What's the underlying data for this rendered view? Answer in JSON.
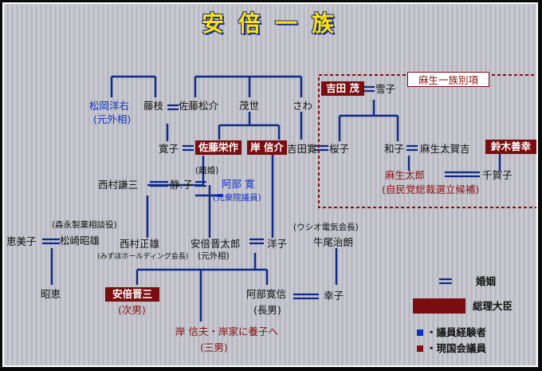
{
  "title": "安倍一族",
  "aso_section_label": "麻生一族別項",
  "people": {
    "matsuoka": "松岡洋右",
    "matsuoka_note": "(元外相)",
    "fujieda": "藤枝",
    "sato_matsusuke": "佐藤松介",
    "mose": "茂世",
    "sawa": "さわ",
    "hiroko": "寛子",
    "sato_eisaku": "佐藤栄作",
    "kishi": "岸 信介",
    "yoshida_kan": "吉田寛",
    "nishimura_kenzo": "西村謙三",
    "shizuko": "静.子",
    "rikon": "(離婚)",
    "abe_kan": "阿部 寛",
    "abe_kan_note": "(元衆院議員)",
    "emiko": "恵美子",
    "morinaga_note": "(森永製菓相談役)",
    "matsuzaki": "松崎昭雄",
    "nishimura_masao": "西村正雄",
    "mizuho_note": "(みずほホールディング会長)",
    "abe_shintaro": "安倍晋太郎",
    "abe_shintaro_note": "(元外相)",
    "yoko": "洋子",
    "ushio_note": "(ウシオ電気会長)",
    "ushio": "牛尾治朗",
    "akie": "昭恵",
    "abe_shinzo": "安倍晋三",
    "shinzo_note": "(次男)",
    "abe_hironobu": "阿部寛信",
    "hironobu_note": "(長男)",
    "sachiko": "幸子",
    "kishi_nobuo": "岸 信夫・岸家に養子へ",
    "nobuo_note": "(三男)",
    "yoshida_shigeru": "吉田 茂",
    "yukiko": "雪子",
    "sakurako": "桜子",
    "kazuko": "和子",
    "aso_takakichi": "麻生太賀吉",
    "suzuki_zenko": "鈴木善幸",
    "aso_taro": "麻生太郎",
    "aso_taro_note": "(自民党総裁選立候補)",
    "chikako": "千賀子"
  },
  "legend": {
    "marriage_symbol": "＝",
    "marriage_label": "婚姻",
    "pm_label": "総理大臣",
    "former_member_label": "・議員経験者",
    "current_member_label": "・現国会議員",
    "bullet": "■"
  },
  "colors": {
    "line": "#0e2a8a",
    "pm_box": "#7a0d10",
    "blue_text": "#1030c8",
    "red_text": "#8a1010",
    "title": "#ffe400"
  }
}
